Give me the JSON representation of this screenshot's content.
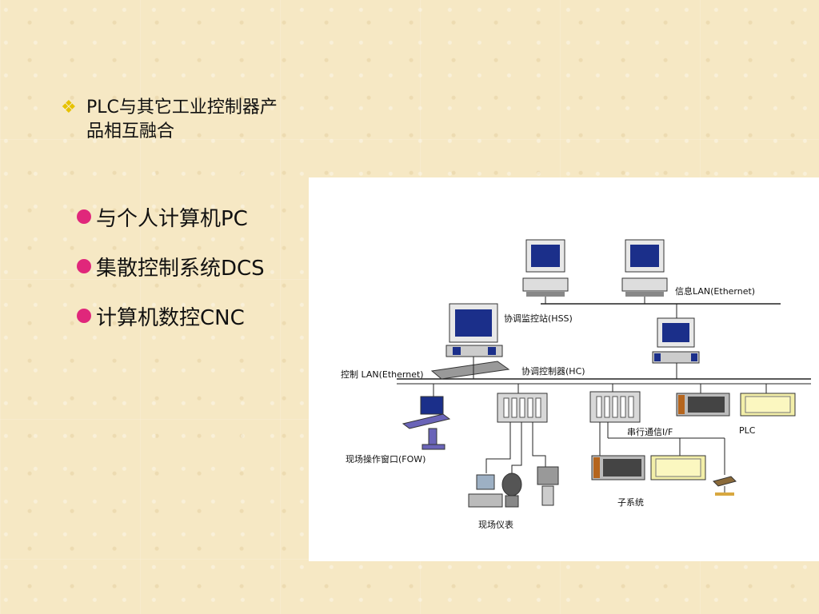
{
  "heading": {
    "bullet_icon": "diamond-star-icon",
    "line1": "PLC与其它工业控制器产",
    "line2": "品相互融合"
  },
  "bullets": [
    {
      "label": "与个人计算机PC"
    },
    {
      "label": "集散控制系统DCS"
    },
    {
      "label": "计算机数控CNC"
    }
  ],
  "diagram": {
    "info_lan": "信息LAN(Ethernet)",
    "hss": "协调监控站(HSS)",
    "control_lan": "控制 LAN(Ethernet)",
    "hc": "协调控制器(HC)",
    "fow": "现场操作窗口(FOW)",
    "serial": "串行通信I/F",
    "plc": "PLC",
    "subsystem": "子系统",
    "field_instruments": "现场仪表"
  },
  "colors": {
    "background": "#f6e8c4",
    "bullet_dot": "#e0277b",
    "heading_star": "#e6c200"
  }
}
